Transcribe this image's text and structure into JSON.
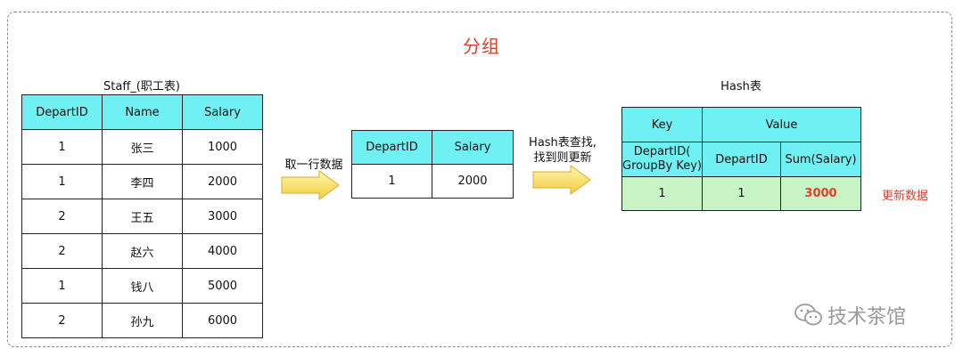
{
  "title": "分组",
  "staff": {
    "caption": "Staff_(职工表)",
    "headers": [
      "DepartID",
      "Name",
      "Salary"
    ],
    "rows": [
      [
        "1",
        "张三",
        "1000"
      ],
      [
        "1",
        "李四",
        "2000"
      ],
      [
        "2",
        "王五",
        "3000"
      ],
      [
        "2",
        "赵六",
        "4000"
      ],
      [
        "1",
        "钱八",
        "5000"
      ],
      [
        "2",
        "孙九",
        "6000"
      ]
    ]
  },
  "arrow1": {
    "label": "取一行数据"
  },
  "row": {
    "headers": [
      "DepartID",
      "Salary"
    ],
    "values": [
      "1",
      "2000"
    ]
  },
  "arrow2": {
    "label_line1": "Hash表查找,",
    "label_line2": "找到则更新"
  },
  "hash": {
    "caption": "Hash表",
    "key_label": "Key",
    "value_label": "Value",
    "sub_headers": [
      "DepartID(\nGroupBy Key)",
      "DepartID",
      "Sum(Salary)"
    ],
    "values": [
      "1",
      "1",
      "3000"
    ]
  },
  "update_label": "更新数据",
  "watermark": "技术茶馆",
  "colors": {
    "header": "#6ff0f2",
    "row_green": "#c7f3c5",
    "accent_red": "#e0402a"
  }
}
